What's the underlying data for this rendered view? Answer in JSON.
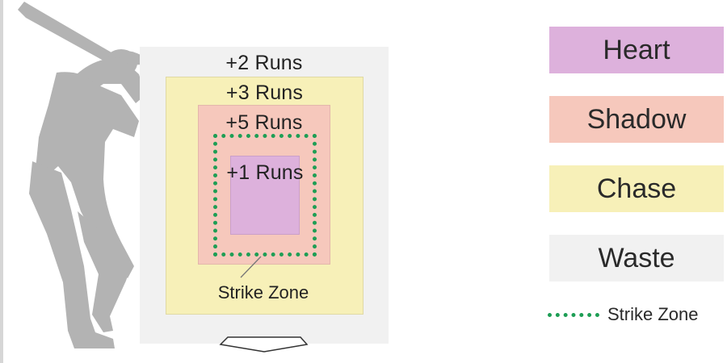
{
  "zones": {
    "waste": {
      "label": "+2 Runs",
      "color": "#f1f1f1"
    },
    "chase": {
      "label": "+3 Runs",
      "color": "#f7f0b8"
    },
    "shadow": {
      "label": "+5 Runs",
      "color": "#f6c8bc"
    },
    "heart": {
      "label": "+1 Runs",
      "color": "#ddb1dc"
    }
  },
  "strike_zone": {
    "label": "Strike Zone",
    "color": "#1e9e55"
  },
  "legend": {
    "heart": "Heart",
    "shadow": "Shadow",
    "chase": "Chase",
    "waste": "Waste",
    "strike_zone": "Strike Zone"
  },
  "icons": {
    "batter": "batter-silhouette-icon",
    "home_plate": "home-plate-icon"
  }
}
